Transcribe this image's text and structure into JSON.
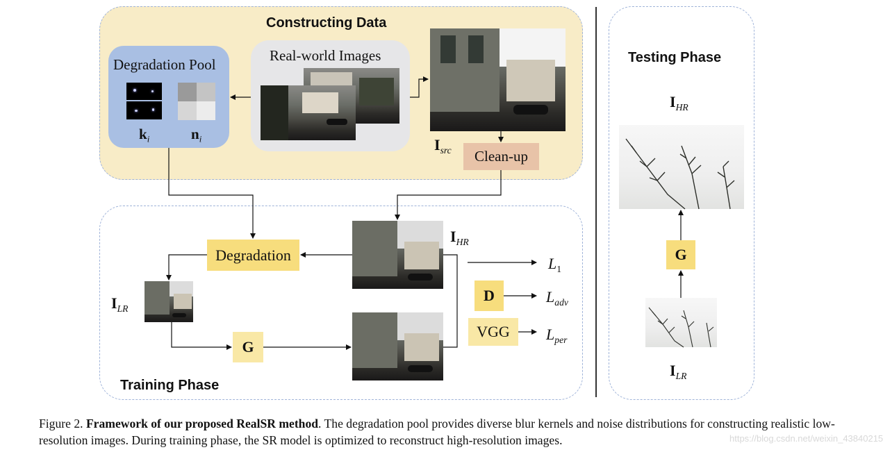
{
  "constructing": {
    "title": "Constructing Data",
    "degradation_pool": "Degradation Pool",
    "real_world": "Real-world Images",
    "kernel_symbol": "k",
    "kernel_sub": "i",
    "noise_symbol": "n",
    "noise_sub": "i",
    "src_symbol": "I",
    "src_sub": "src",
    "cleanup": "Clean-up"
  },
  "training": {
    "title": "Training Phase",
    "degradation": "Degradation",
    "generator": "G",
    "discriminator": "D",
    "vgg": "VGG",
    "hr_symbol": "I",
    "hr_sub": "HR",
    "lr_symbol": "I",
    "lr_sub": "LR",
    "loss_l1": "L",
    "loss_l1_sub": "1",
    "loss_adv": "L",
    "loss_adv_sub": "adv",
    "loss_per": "L",
    "loss_per_sub": "per"
  },
  "testing": {
    "title": "Testing Phase",
    "generator": "G",
    "hr_symbol": "I",
    "hr_sub": "HR",
    "lr_symbol": "I",
    "lr_sub": "LR"
  },
  "caption": {
    "prefix": "Figure 2. ",
    "bold": "Framework of our proposed RealSR method",
    "rest": ". The degradation pool provides diverse blur kernels and noise distributions for constructing realistic low-resolution images. During training phase, the SR model is optimized to reconstruct high-resolution images."
  },
  "watermark": "https://blog.csdn.net/weixin_43840215",
  "colors": {
    "constructing_bg": "#f8ecc7",
    "pool_bg": "#a9bfe3",
    "module_yellow": "#f7dd7d",
    "module_pale": "#f9e8a6",
    "cleanup_bg": "#e8c3a8",
    "dashed_border": "#9fb3d9"
  }
}
